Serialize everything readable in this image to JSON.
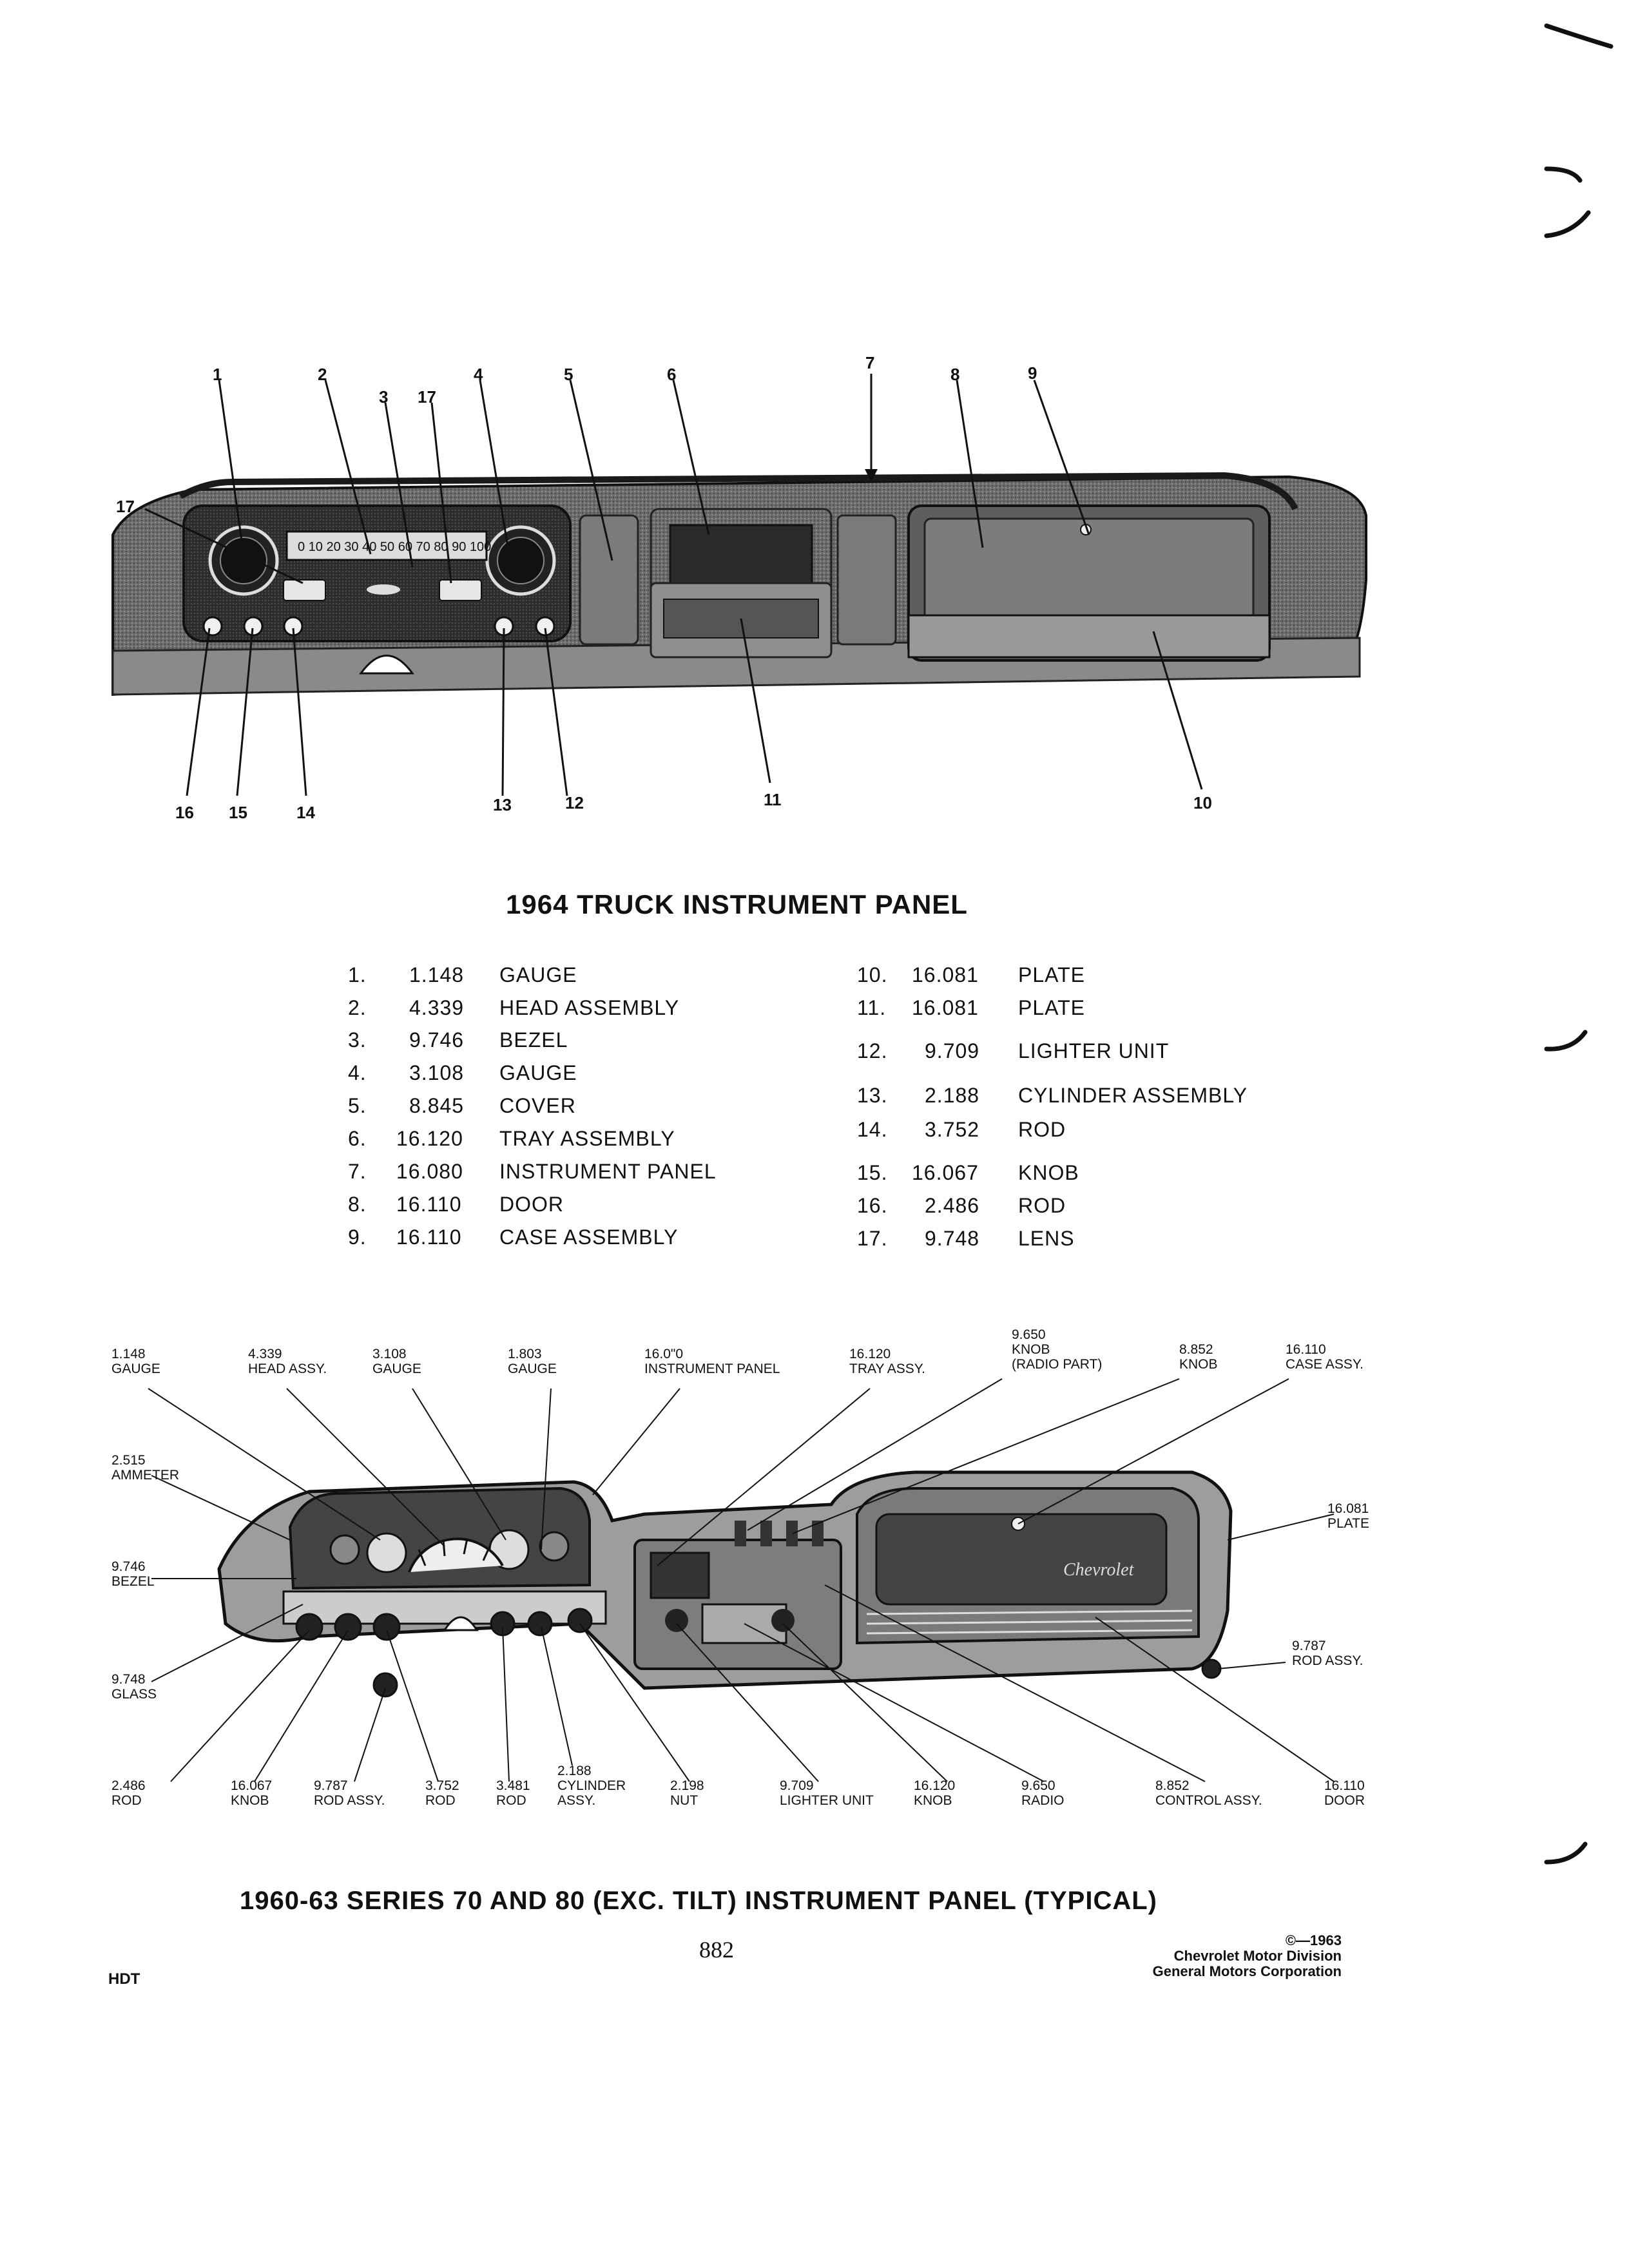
{
  "diagram1": {
    "title": "1964 TRUCK INSTRUMENT PANEL",
    "callouts": [
      "1",
      "2",
      "3",
      "17",
      "4",
      "5",
      "6",
      "7",
      "8",
      "9",
      "17",
      "16",
      "15",
      "14",
      "13",
      "12",
      "11",
      "10"
    ]
  },
  "parts_left": [
    {
      "no": "1.",
      "code": "1.148",
      "name": "GAUGE"
    },
    {
      "no": "2.",
      "code": "4.339",
      "name": "HEAD ASSEMBLY"
    },
    {
      "no": "3.",
      "code": "9.746",
      "name": "BEZEL"
    },
    {
      "no": "4.",
      "code": "3.108",
      "name": "GAUGE"
    },
    {
      "no": "5.",
      "code": "8.845",
      "name": "COVER"
    },
    {
      "no": "6.",
      "code": "16.120",
      "name": "TRAY ASSEMBLY"
    },
    {
      "no": "7.",
      "code": "16.080",
      "name": "INSTRUMENT PANEL"
    },
    {
      "no": "8.",
      "code": "16.110",
      "name": "DOOR"
    },
    {
      "no": "9.",
      "code": "16.110",
      "name": "CASE ASSEMBLY"
    }
  ],
  "parts_right": [
    {
      "no": "10.",
      "code": "16.081",
      "name": "PLATE"
    },
    {
      "no": "11.",
      "code": "16.081",
      "name": "PLATE"
    },
    {
      "no": "12.",
      "code": "9.709",
      "name": "LIGHTER UNIT"
    },
    {
      "no": "13.",
      "code": "2.188",
      "name": "CYLINDER ASSEMBLY"
    },
    {
      "no": "14.",
      "code": "3.752",
      "name": "ROD"
    },
    {
      "no": "15.",
      "code": "16.067",
      "name": "KNOB"
    },
    {
      "no": "16.",
      "code": "2.486",
      "name": "ROD"
    },
    {
      "no": "17.",
      "code": "9.748",
      "name": "LENS"
    }
  ],
  "diagram2": {
    "title": "1960-63 SERIES 70 AND 80 (EXC. TILT) INSTRUMENT PANEL (TYPICAL)",
    "badge_script": "Chevrolet",
    "labels": [
      {
        "line1": "1.148",
        "line2": "GAUGE"
      },
      {
        "line1": "4.339",
        "line2": "HEAD ASSY."
      },
      {
        "line1": "3.108",
        "line2": "GAUGE"
      },
      {
        "line1": "1.803",
        "line2": "GAUGE"
      },
      {
        "line1": "16.0\"0",
        "line2": "INSTRUMENT PANEL"
      },
      {
        "line1": "16.120",
        "line2": "TRAY ASSY."
      },
      {
        "line1": "9.650",
        "line2": "KNOB",
        "line3": "(RADIO PART)"
      },
      {
        "line1": "8.852",
        "line2": "KNOB"
      },
      {
        "line1": "16.110",
        "line2": "CASE ASSY."
      },
      {
        "line1": "2.515",
        "line2": "AMMETER"
      },
      {
        "line1": "16.081",
        "line2": "PLATE"
      },
      {
        "line1": "9.746",
        "line2": "BEZEL"
      },
      {
        "line1": "9.787",
        "line2": "ROD ASSY."
      },
      {
        "line1": "9.748",
        "line2": "GLASS"
      },
      {
        "line1": "2.486",
        "line2": "ROD"
      },
      {
        "line1": "16.067",
        "line2": "KNOB"
      },
      {
        "line1": "9.787",
        "line2": "ROD ASSY."
      },
      {
        "line1": "3.752",
        "line2": "ROD"
      },
      {
        "line1": "3.481",
        "line2": "ROD"
      },
      {
        "line1": "2.188",
        "line2": "CYLINDER",
        "line3": "ASSY."
      },
      {
        "line1": "2.198",
        "line2": "NUT"
      },
      {
        "line1": "9.709",
        "line2": "LIGHTER UNIT"
      },
      {
        "line1": "16.120",
        "line2": "KNOB"
      },
      {
        "line1": "9.650",
        "line2": "RADIO"
      },
      {
        "line1": "8.852",
        "line2": "CONTROL ASSY."
      },
      {
        "line1": "16.110",
        "line2": "DOOR"
      }
    ]
  },
  "footer": {
    "page_number": "882",
    "copyright": "©—1963",
    "division": "Chevrolet Motor Division",
    "corporation": "General Motors Corporation",
    "code": "HDT"
  }
}
